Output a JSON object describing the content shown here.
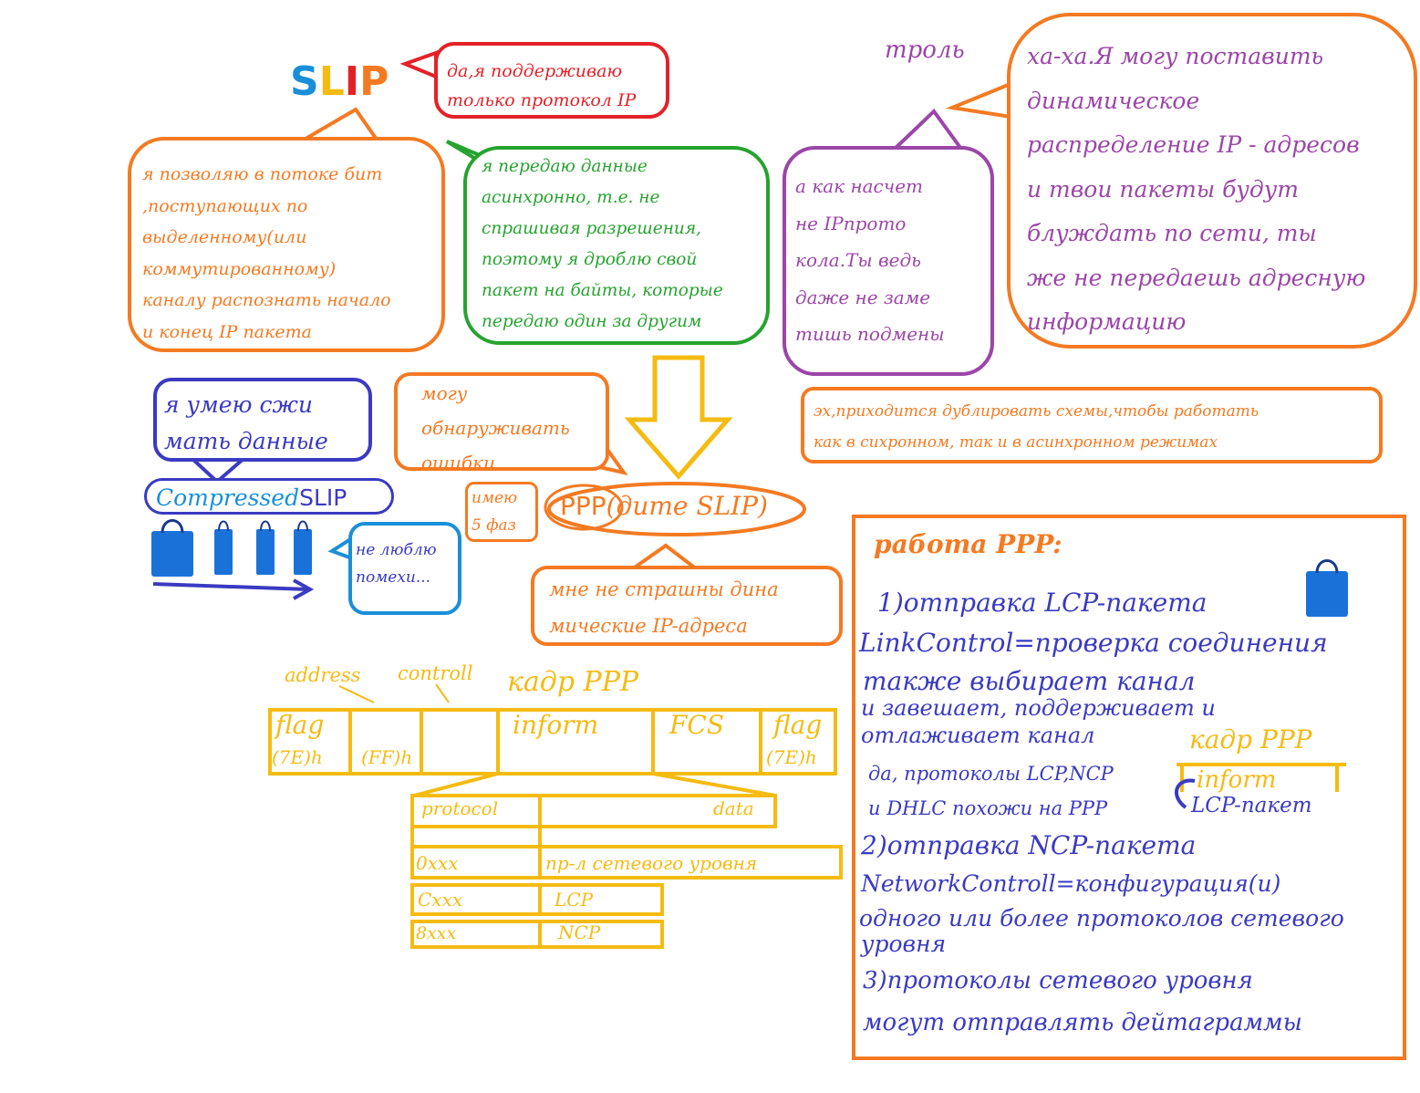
{
  "slip_title": {
    "s": "S",
    "l": "L",
    "i": "I",
    "p": "P"
  },
  "bubbles": {
    "slip_ip_only": [
      "да,я поддерживаю",
      "только протокол IP"
    ],
    "slip_detect_packet": [
      "я позволяю в потоке бит",
      ",поступающих по",
      "выделенному(или",
      "коммутированному)",
      "каналу распознать начало",
      "и конец IP пакета"
    ],
    "slip_async": [
      "я передаю данные",
      "асинхронно, т.е. не",
      "спрашивая разрешения,",
      "поэтому я дроблю свой",
      "пакет на байты, которые",
      "передаю один за другим"
    ],
    "troll_label": "троль",
    "troll_question": [
      "а как насчет",
      "не IPпрото",
      "кола.Ты ведь",
      "даже не заме",
      "тишь подмены"
    ],
    "troll_answer": [
      "ха-ха.Я могу поставить",
      "динамическое",
      "распределение IP - адресов",
      "и твои пакеты будут",
      "блуждать по сети, ты",
      "же не передаешь адресную",
      "информацию"
    ],
    "cslip_compress": [
      "я умею сжи",
      "мать данные"
    ],
    "ppp_errors": [
      "могу",
      "обнаруживать",
      "ошибки"
    ],
    "ppp_dual": [
      "эх,приходится дублировать схемы,чтобы работать",
      "как в сихронном, так и в асинхронном режимах"
    ],
    "ppp_phases": [
      "имею",
      "5 фаз"
    ],
    "cslip_noise": [
      "не люблю",
      "помехи..."
    ],
    "ppp_dynamic": [
      "мне не страшны дина",
      "мические IP-адреса"
    ]
  },
  "cslip_label": {
    "compressed": "Compressed",
    "slip": "SLIP"
  },
  "ppp_label": {
    "ppp": "PPP",
    "rest": "(дите SLIP)"
  },
  "ppp_frame": {
    "title": "кадр PPP",
    "address_label": "address",
    "controll_label": "controll",
    "fields": [
      {
        "top": "flag",
        "bottom": "(7E)h"
      },
      {
        "top": "",
        "bottom": "(FF)h"
      },
      {
        "top": "",
        "bottom": ""
      },
      {
        "top": "inform",
        "bottom": ""
      },
      {
        "top": "FCS",
        "bottom": ""
      },
      {
        "top": "flag",
        "bottom": "(7E)h"
      }
    ],
    "info_header": {
      "protocol": "protocol",
      "data": "data"
    },
    "info_rows": [
      {
        "code": "0xxx",
        "meaning": "пр-л сетевого уровня"
      },
      {
        "code": "Cxxx",
        "meaning": "LCP"
      },
      {
        "code": "8xxx",
        "meaning": "NCP"
      }
    ]
  },
  "ppp_work": {
    "title": "работа PPP:",
    "lines": [
      "1)отправка LCP-пакета",
      "LinkControl=проверка соединения",
      "также выбирает канал",
      "и завешает, поддерживает и",
      "отлаживает канал",
      "да, протоколы LCP,NCP",
      "и DHLC похожи на PPP",
      "2)отправка NCP-пакета",
      "NetworkControll=конфигурация(и)",
      "одного или более протоколов сетевого",
      "уровня",
      "3)протоколы сетевого уровня",
      "могут отправлять дейтаграммы"
    ],
    "mini_frame_title": "кадр PPP",
    "mini_frame_field": "inform",
    "mini_frame_note": "LCP-пакет"
  },
  "colors": {
    "orange": "#f47a22",
    "green": "#26a32f",
    "purple": "#9b46a8",
    "blue": "#3a3ac2",
    "cyan": "#1a8fd9",
    "yellow": "#f5bb12",
    "red": "#e32227"
  }
}
